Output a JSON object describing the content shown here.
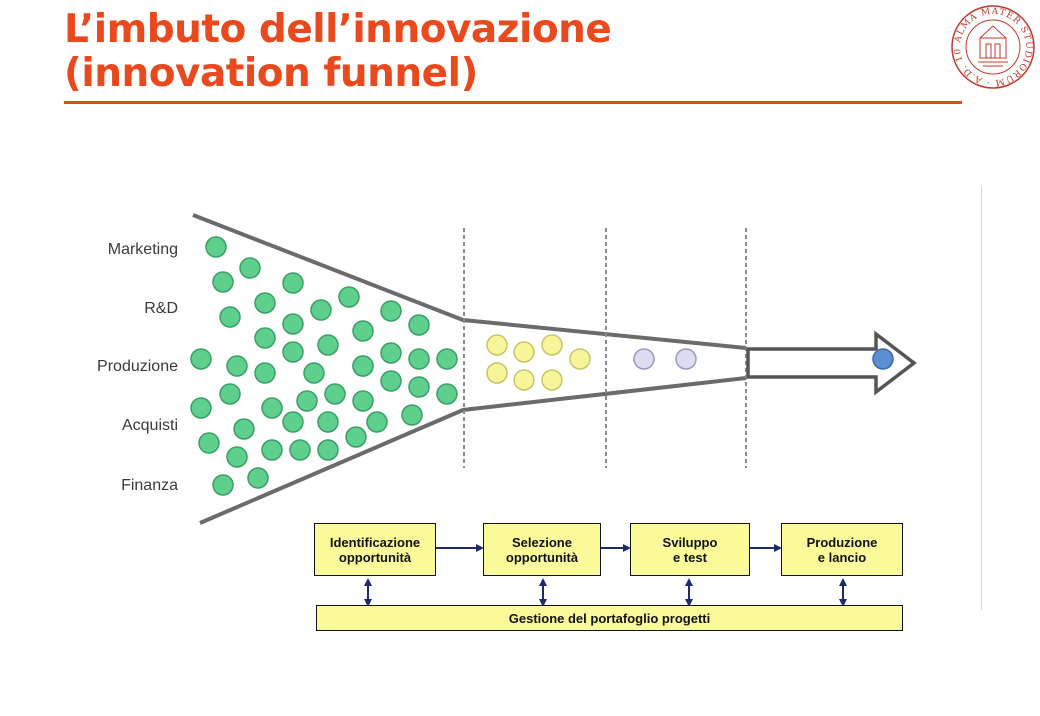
{
  "title": {
    "line1": "L’imbuto dell’innovazione",
    "line2": "(innovation funnel)"
  },
  "logo": {
    "text": "ALMA MATER STUDIORUM · A.D. 1088",
    "color": "#c0392b"
  },
  "departments": [
    "Marketing",
    "R&D",
    "Produzione",
    "Acquisti",
    "Finanza"
  ],
  "funnel": {
    "idea_color": "#5fcf8e",
    "selected_color": "#f7f59a",
    "developed_color": "#dcdcf2",
    "launched_color": "#5b8fd1",
    "ideas_count": 46,
    "selected_count": 8,
    "developed_count": 2,
    "launched_count": 1
  },
  "process": {
    "steps": [
      "Identificazione\nopportunità",
      "Selezione\nopportunità",
      "Sviluppo\ne test",
      "Produzione\ne lancio"
    ],
    "portfolio": "Gestione del portafoglio progetti",
    "box_color": "#fbfb9a",
    "arrow_color": "#1f2a6b"
  },
  "accent_color": "#e8491d"
}
